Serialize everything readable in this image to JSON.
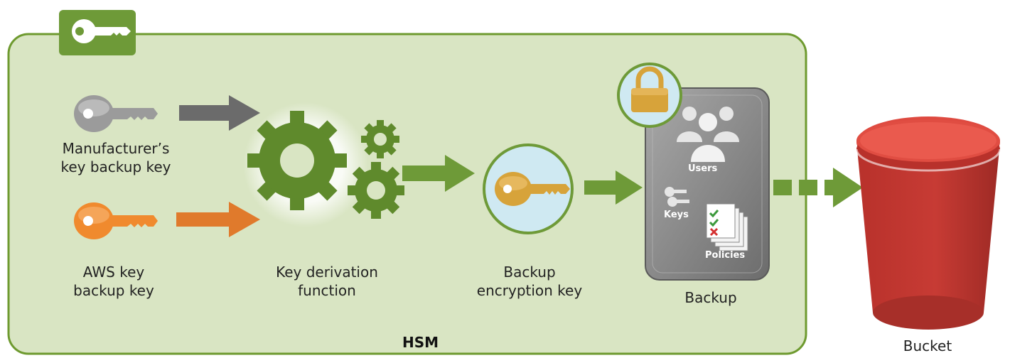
{
  "hsm_label": "HSM",
  "manufacturer_key": {
    "line1": "Manufacturer’s",
    "line2": "key backup key"
  },
  "aws_key": {
    "line1": "AWS key",
    "line2": "backup key"
  },
  "kdf": {
    "line1": "Key derivation",
    "line2": "function"
  },
  "backup_key": {
    "line1": "Backup",
    "line2": "encryption key"
  },
  "backup": {
    "label": "Backup",
    "users": "Users",
    "keys": "Keys",
    "policies": "Policies"
  },
  "bucket_label": "Bucket",
  "colors": {
    "hsm_fill": "#d9e5c3",
    "hsm_border": "#6e9a2f",
    "gear": "#5f8a2c",
    "arrow_green": "#6e9a38",
    "arrow_gray": "#6b6b6b",
    "arrow_orange": "#e07a2c",
    "key_gray": "#9b9b9b",
    "key_orange": "#f08a2e",
    "key_gold": "#d7a33a",
    "bucket_red": "#c93a34"
  },
  "icons": [
    "key-icon",
    "gear-icon",
    "lock-icon",
    "users-icon",
    "keys-icon",
    "policies-icon",
    "bucket-icon"
  ]
}
